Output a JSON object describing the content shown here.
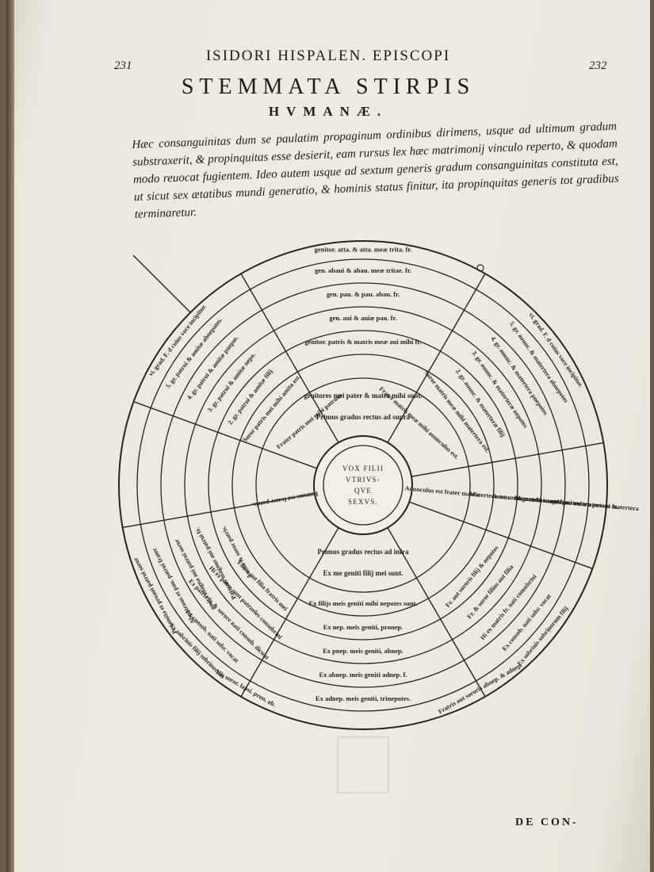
{
  "header": {
    "running_head": "ISIDORI HISPALEN. EPISCOPI",
    "page_left": "231",
    "page_right": "232",
    "title": "STEMMATA STIRPIS",
    "subtitle": "HVMANÆ."
  },
  "intro_text": "Hæc consanguinitas dum se paulatim propaginum ordinibus dirimens, usque ad ultimum gradum substraxerit, & propinquitas esse desierit, eam rursus lex hæc matrimonij vinculo reperto, & quodam modo reuocat fugientem. Ideo autem usque ad sextum generis gradum consanguinitas constituta est, ut sicut sex ætatibus mundi generatio, & hominis status finitur, ita propinquitas generis tot gradibus terminaretur.",
  "diagram": {
    "center": [
      "VOX FILII",
      "VTRIVS-",
      "QVE",
      "SEXVS."
    ],
    "top_stack": [
      "genitor. atta. & atta. meæ trita. fr.",
      "gen. abaui & abau. meæ tritae. fr.",
      "gen. pau. & pau. abau. fr.",
      "gen. aui & auiæ pau. fr.",
      "genitor. patris & matris meæ aui mihi fr.",
      "genitores mei pater & mater mihi sunt.",
      "Primus gradus rectus ad supra"
    ],
    "bottom_stack": [
      "Primus gradus rectus ad infra",
      "Ex me geniti filij mei sunt.",
      "Ex filijs meis geniti mihi nepotes sunt.",
      "Ex nep. meis geniti, pronep.",
      "Ex pnep. meis geniti, abnep.",
      "Ex abnep. meis geniti adnep. f.",
      "Ex adnep. meis geniti, trinepotes."
    ],
    "upper_left_stack": [
      "vi. grad. F. d cuius voce incipitur.",
      "5. gr. patrui & amitæ abnepotes.",
      "4. gr. patrui & amitæ pnepot.",
      "3. gr. patrui & amitæ nepo.",
      "2. gr. patrui & amitæ filij",
      "Soror patris mei mihi amita est.",
      "Frater patris mei mihi patruus"
    ],
    "upper_right_stack": [
      "vi. grad. F. d cuius voce incipitur.",
      "5. gr. auunc. & matertera abnepotes",
      "4. gr. auunc. & matertera pnepotes",
      "3. gr. auunc. & materteræ nepotes",
      "2. gr. auunc. & materteræ filij",
      "Soror matris meæ mihi matertera est.",
      "Frater matris meæ mihi auunculus est."
    ],
    "left_stack": [
      "Proamita et proaui patrui soror",
      "Abpatruus et pau. patrui frater",
      "amita magna aui patrui soror",
      "Patruus magnus aui patrui fr.",
      "Amita & soror patris.",
      "Patruus est frater patris."
    ],
    "lower_left_stack": [
      "Ex sobrinis filij sobrinorum",
      "Ex consob. nati sobr. vocat",
      "Ex patris fr. & sorore nati consob. dicunt",
      "Hi ex patre sunt patrueles consobrini",
      "Filius aut filia fratris mei",
      "His soror. lapsi. pron. ab."
    ],
    "right_stack": [
      "Abmatertera proaui matertera",
      "Abauunc. pro aui matertera fr.",
      "Matertera magna aui mater.",
      "Auunc. magnus aui mat. fr.",
      "Matertera est soror matris",
      "Auunculus est frater matris"
    ],
    "lower_right_stack": [
      "Ex sobrinis sobrinorum filij",
      "Ex consob. nati sobr. vocat",
      "Hi ex matris fr. nati consobrini",
      "Fr. & soror filius aut filia",
      "Fr. aut sororis filij & nepotes",
      "Fratris aut sororis abnep. & adnep."
    ]
  },
  "catchword": "DE CON-"
}
